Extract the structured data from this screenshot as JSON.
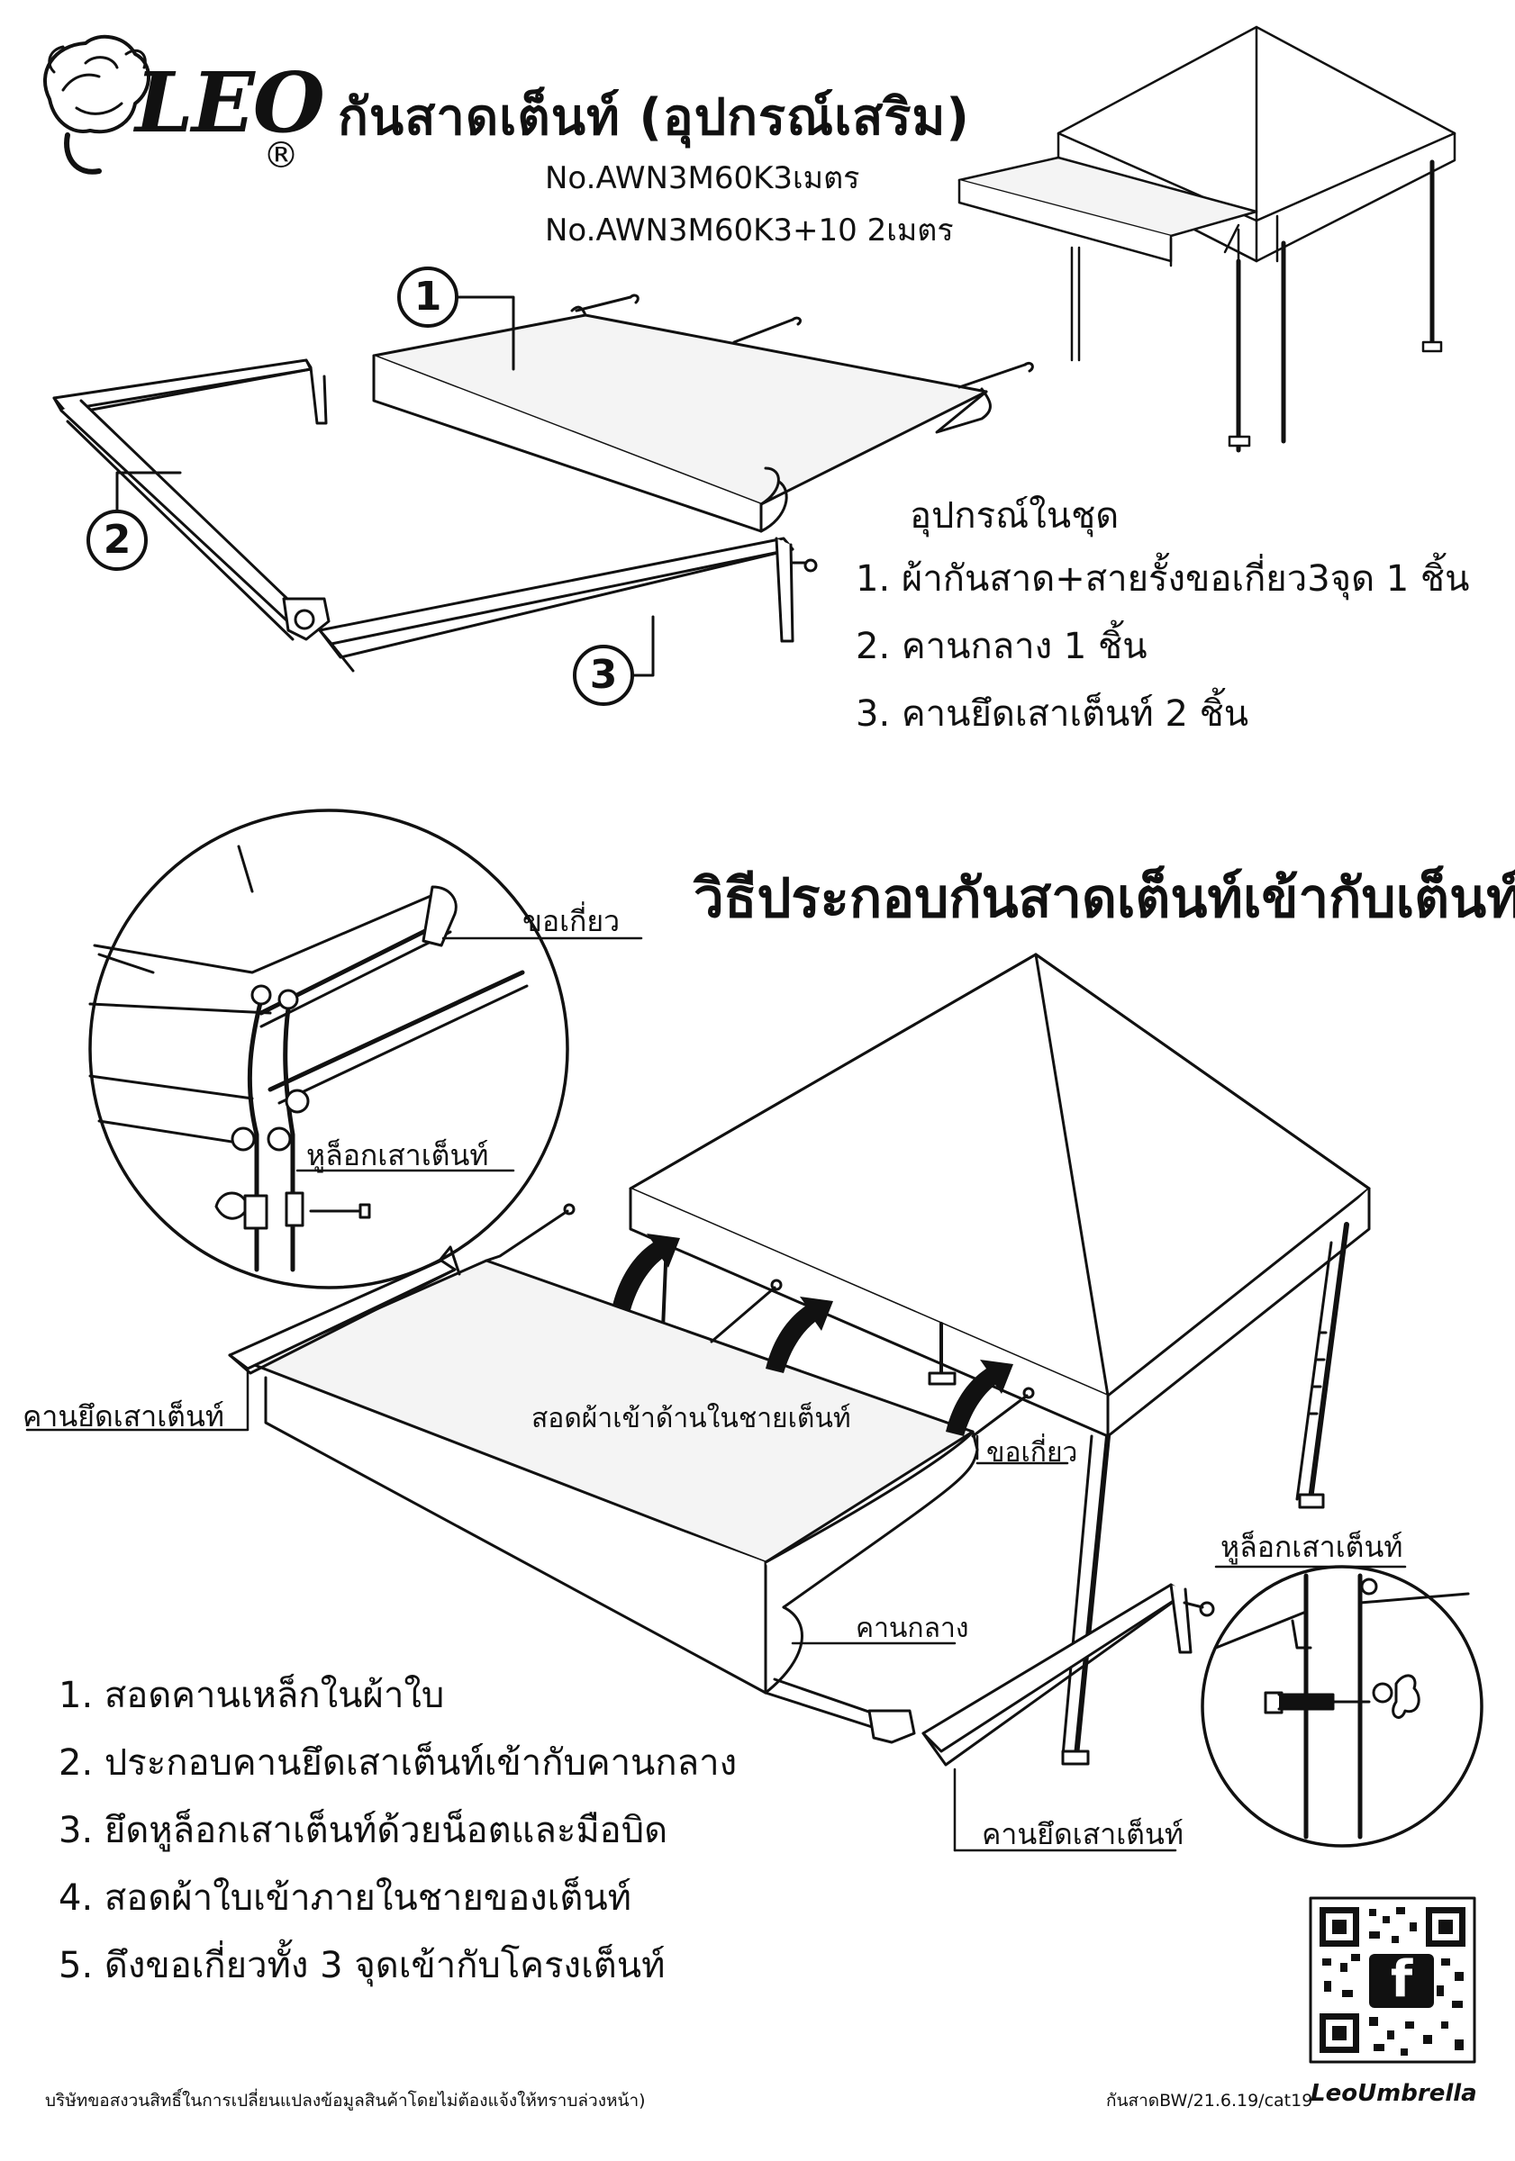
{
  "brand": {
    "name": "LEO",
    "registered": "®"
  },
  "header": {
    "title": "กันสาดเต็นท์ (อุปกรณ์เสริม)",
    "model_1": "No.AWN3M60K3เมตร",
    "model_2": "No.AWN3M60K3+10 2เมตร"
  },
  "parts": {
    "callouts": [
      "1",
      "2",
      "3"
    ],
    "heading": "อุปกรณ์ในชุด",
    "items": [
      "1. ผ้ากันสาด+สายรั้งขอเกี่ยว3จุด 1 ชิ้น",
      "2. คานกลาง 1 ชิ้น",
      "3. คานยึดเสาเต็นท์ 2 ชิ้น"
    ]
  },
  "assembly": {
    "heading": "วิธีประกอบกันสาดเต็นท์เข้ากับเต็นท์",
    "labels": {
      "hook_top": "ขอเกี่ยว",
      "lock_ear_left": "หูล็อกเสาเต็นท์",
      "pole_beam_left": "คานยึดเสาเต็นท์",
      "insert_fabric": "สอดผ้าเข้าด้านในชายเต็นท์",
      "hook_mid": "ขอเกี่ยว",
      "lock_ear_right": "หูล็อกเสาเต็นท์",
      "center_beam": "คานกลาง",
      "pole_beam_right": "คานยึดเสาเต็นท์"
    },
    "steps": [
      "1. สอดคานเหล็กในผ้าใบ",
      "2. ประกอบคานยึดเสาเต็นท์เข้ากับคานกลาง",
      "3. ยึดหูล็อกเสาเต็นท์ด้วยน็อตและมือบิด",
      "4. สอดผ้าใบเข้าภายในชายของเต็นท์",
      "5. ดึงขอเกี่ยวทั้ง 3 จุดเข้ากับโครงเต็นท์"
    ]
  },
  "footer": {
    "disclaimer": "บริษัทขอสงวนสิทธิ์ในการเปลี่ยนแปลงข้อมูลสินค้าโดยไม่ต้องแจ้งให้ทราบล่วงหน้า)",
    "doc_code": "กันสาดBW/21.6.19/cat19",
    "brand_site": "LeoUmbrella",
    "social": "f"
  },
  "icons": [
    "lion-logo-icon",
    "qr-code-icon",
    "facebook-icon",
    "arrow-up-icon"
  ],
  "colors": {
    "ink": "#111111",
    "paper": "#ffffff",
    "fabric": "#f4f4f4"
  }
}
